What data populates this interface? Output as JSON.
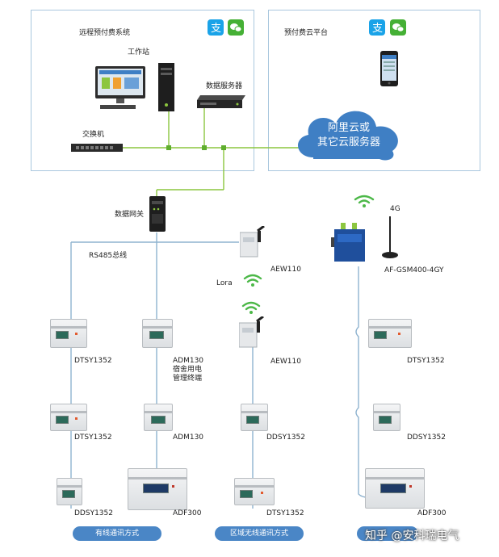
{
  "panels": {
    "remote_system_title": "远程预付费系统",
    "cloud_platform_title": "预付费云平台"
  },
  "devices": {
    "workstation": "工作站",
    "data_server": "数据服务器",
    "switch": "交换机",
    "cloud_line1": "阿里云或",
    "cloud_line2": "其它云服务器",
    "data_gateway": "数据网关",
    "rs485_bus": "RS485总线",
    "aew110_top": "AEW110",
    "lora": "Lora",
    "aew110_bottom": "AEW110",
    "af_gsm": "AF-GSM400-4GY",
    "label_4g": "4G"
  },
  "meters": {
    "col1_row1": "DTSY1352",
    "col1_row2": "DTSY1352",
    "col1_row3": "DDSY1352",
    "col2_row1_line1": "ADM130",
    "col2_row1_line2": "宿舍用电",
    "col2_row1_line3": "管理终端",
    "col2_row2": "ADM130",
    "col2_row3": "ADF300",
    "col3_row2": "DDSY1352",
    "col3_row3": "DTSY1352",
    "col4_row1": "DTSY1352",
    "col4_row2": "DDSY1352",
    "col4_row3": "ADF300"
  },
  "footer": {
    "wired": "有线通讯方式",
    "wireless": "区域无线通讯方式",
    "watermark": "知乎 @安科瑞电气"
  },
  "colors": {
    "panel_border": "#a9c7de",
    "bus_line": "#8fb3cf",
    "net_line": "#8cc63f",
    "cloud": "#3f7fc4",
    "pill": "#4a86c6",
    "alipay": "#1aa3e8",
    "wechat": "#45b035",
    "wifi": "#4cb848"
  },
  "icons": [
    "alipay-icon",
    "wechat-icon",
    "wifi-icon",
    "cloud-icon",
    "antenna-icon"
  ]
}
